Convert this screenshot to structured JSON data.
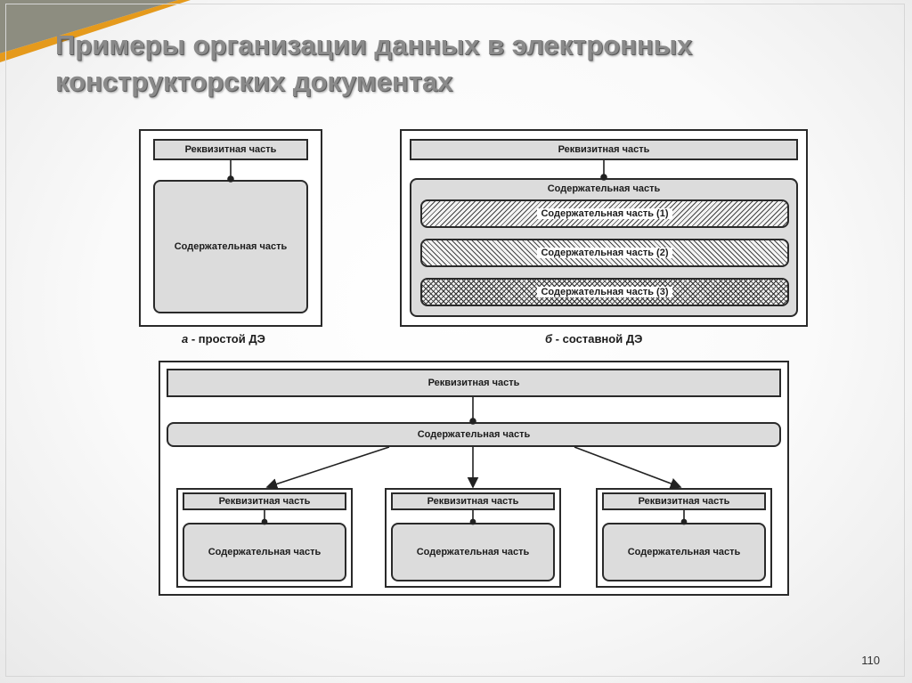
{
  "slide": {
    "title_line1": "Примеры организации данных в электронных",
    "title_line2": "конструкторских документах",
    "page_number": "110"
  },
  "labels": {
    "rekvizit": "Реквизитная часть",
    "soderzh": "Содержательная часть",
    "soderzh_1": "Содержательная часть (1)",
    "soderzh_2": "Содержательная часть (2)",
    "soderzh_3": "Содержательная часть (3)"
  },
  "captions": {
    "a_letter": "а",
    "a_text": " - простой ДЭ",
    "b_letter": "б",
    "b_text": " - составной ДЭ"
  }
}
